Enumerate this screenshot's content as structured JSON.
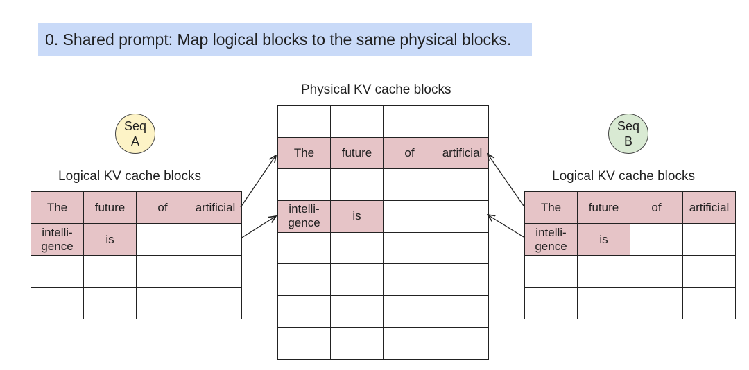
{
  "banner": {
    "text": "0. Shared prompt: Map logical blocks to the same physical blocks."
  },
  "physical": {
    "title": "Physical KV cache blocks",
    "rows": [
      [
        "",
        "",
        "",
        ""
      ],
      [
        "The",
        "future",
        "of",
        "artificial"
      ],
      [
        "",
        "",
        "",
        ""
      ],
      [
        "intelli-\ngence",
        "is",
        "",
        ""
      ],
      [
        "",
        "",
        "",
        ""
      ],
      [
        "",
        "",
        "",
        ""
      ],
      [
        "",
        "",
        "",
        ""
      ],
      [
        "",
        "",
        "",
        ""
      ]
    ]
  },
  "seq_a": {
    "badge": [
      "Seq",
      "A"
    ],
    "badge_color": "#fdf3c6",
    "title": "Logical KV cache blocks",
    "rows": [
      [
        "The",
        "future",
        "of",
        "artificial"
      ],
      [
        "intelli-\ngence",
        "is",
        "",
        ""
      ],
      [
        "",
        "",
        "",
        ""
      ],
      [
        "",
        "",
        "",
        ""
      ]
    ]
  },
  "seq_b": {
    "badge": [
      "Seq",
      "B"
    ],
    "badge_color": "#d9ead3",
    "title": "Logical KV cache blocks",
    "rows": [
      [
        "The",
        "future",
        "of",
        "artificial"
      ],
      [
        "intelli-\ngence",
        "is",
        "",
        ""
      ],
      [
        "",
        "",
        "",
        ""
      ],
      [
        "",
        "",
        "",
        ""
      ]
    ]
  },
  "colors": {
    "filled_cell": "#e6c4c7",
    "banner": "#c9daf8"
  }
}
